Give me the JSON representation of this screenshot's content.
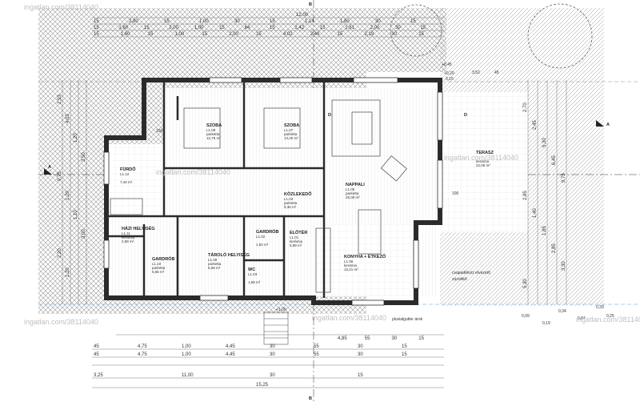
{
  "diagram": {
    "type": "architectural-floor-plan",
    "section_marks": {
      "horizontal": "A",
      "vertical_top": "B",
      "vertical_bottom": "B",
      "section_d": "D"
    },
    "top_dimensions": {
      "row1": [
        "12,00"
      ],
      "row2": [
        "15",
        "2,80",
        "15",
        "1,00",
        "30",
        "15",
        "1,14",
        "1,80",
        "30",
        "15"
      ],
      "row3": [
        "15",
        "1,60",
        "15",
        "2,00",
        "1,00",
        "15",
        "64",
        "15",
        "2,42",
        "15",
        "1,61",
        "2,00",
        "30",
        "15"
      ],
      "row4": [
        "15",
        "1,60",
        "15",
        "1,00",
        "15",
        "2,00",
        "15",
        "4,02",
        "2,46",
        "15",
        "2,19",
        "30",
        "15"
      ]
    },
    "bottom_dimensions": {
      "row1": [
        "4,85",
        "55",
        "30",
        "15"
      ],
      "row2": [
        "45",
        "4,75",
        "1,00",
        "4,45",
        "30",
        "55",
        "30",
        "15"
      ],
      "row3": [
        "45",
        "4,75",
        "1,00",
        "4,45",
        "30",
        "55",
        "30",
        "15"
      ],
      "row4": [
        "3,25",
        "11,00",
        "30",
        "15"
      ],
      "row5": [
        "15,25"
      ]
    },
    "left_dimensions": [
      "2,53",
      "4,03",
      "1,20",
      "3,50",
      "9,75",
      "1,20",
      "1,10",
      "3,00",
      "2,20",
      "1,20"
    ],
    "right_dimensions": [
      "2,70",
      "2,45",
      "5,30",
      "6,45",
      "9,75",
      "2,85",
      "1,40",
      "1,85",
      "2,85",
      "3,30",
      "5,30"
    ],
    "rooms": [
      {
        "name": "SZOBA",
        "code": "L1.08",
        "floor": "parketta",
        "area": "12,75 m²"
      },
      {
        "name": "SZOBA",
        "code": "L1.07",
        "floor": "parketta",
        "area": "13,40 m²"
      },
      {
        "name": "FÜRDŐ",
        "code": "L1.12",
        "floor": "",
        "area": "7,46 m²"
      },
      {
        "name": "KÖZLEKEDŐ",
        "code": "L1.04",
        "floor": "parketta",
        "area": "9,36 m²"
      },
      {
        "name": "NAPPALI",
        "code": "L1.05",
        "floor": "parketta",
        "area": "26,08 m²"
      },
      {
        "name": "TERASZ",
        "code": "",
        "floor": "kerámia",
        "area": "22,08 m²"
      },
      {
        "name": "HÁZI HELYISÉG",
        "code": "L1.11",
        "floor": "kerámia",
        "area": "2,98 m²"
      },
      {
        "name": "GARDRÓB",
        "code": "L1.02",
        "floor": "",
        "area": "1,50 m²"
      },
      {
        "name": "ELŐTÉR",
        "code": "L1.01",
        "floor": "kerámia",
        "area": "5,89 m²"
      },
      {
        "name": "GARDRÓB",
        "code": "L1.10",
        "floor": "parketta",
        "area": "6,55 m²"
      },
      {
        "name": "TÁROLÓ HELYISÉG",
        "code": "L1.09",
        "floor": "parketta",
        "area": "8,68 m²"
      },
      {
        "name": "WC",
        "code": "L1.03",
        "floor": "",
        "area": "1,68 m²"
      },
      {
        "name": "KONYHA + ÉTKEZŐ",
        "code": "L1.06",
        "floor": "kerámia",
        "area": "12,21 m²"
      }
    ],
    "annotations": {
      "level_plus045": "+0,45",
      "level_plus100": "+1,00",
      "level_plus020": "+0,20",
      "value_100_left": "100",
      "value_100_right": "100",
      "terrace_dim_352": "3,52",
      "terrace_dim_45": "45",
      "right_dim_015": "0,15",
      "bottom_right_009": "0,09",
      "bottom_right_019": "0,19",
      "bottom_right_084": "0,84",
      "bottom_right_034": "0,34",
      "bottom_right_039": "0,39",
      "bottom_right_025": "0,25",
      "paving_note": "csapadékvíz elvezető",
      "gravel_note": "zúzottkő",
      "gutter_note": "pluvialgutter árok"
    },
    "watermarks": [
      "ingatlan.com/38114040",
      "ingatlan.com/38114040",
      "ingatlan.com/38114040",
      "ingatlan.com/38114040",
      "ingatlan.com/38114040",
      "ingatlan.com/38114040"
    ],
    "colors": {
      "wall": "#2b2b2b",
      "hatch": "#9a9a9a",
      "floor_wood": "#c8c8c8",
      "dash_line": "#5aa0d0",
      "background": "#ffffff"
    }
  }
}
